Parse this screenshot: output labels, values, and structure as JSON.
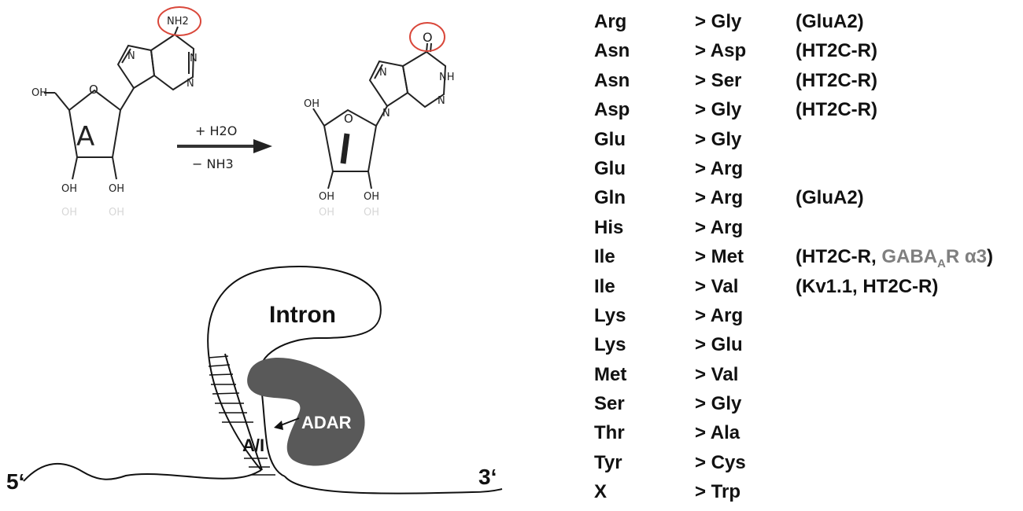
{
  "reaction": {
    "amino_group": "NH2",
    "oxo_group": "O",
    "reagent_add": "+ H2O",
    "reagent_remove": "− NH3",
    "adenosine_label": "A",
    "inosine_label": "I",
    "hydroxyl": "OH",
    "ring_n": "N",
    "ring_nh": "NH",
    "ring_o": "O"
  },
  "rna_diagram": {
    "intron_label": "Intron",
    "enzyme_label": "ADAR",
    "site_label": "A/I",
    "five_prime": "5‘",
    "three_prime": "3‘"
  },
  "substitutions": [
    {
      "from": "Arg",
      "to": "> Gly",
      "ref": "(GluA2)"
    },
    {
      "from": "Asn",
      "to": "> Asp",
      "ref": "(HT2C-R)"
    },
    {
      "from": "Asn",
      "to": "> Ser",
      "ref": "(HT2C-R)"
    },
    {
      "from": "Asp",
      "to": "> Gly",
      "ref": "(HT2C-R)"
    },
    {
      "from": "Glu",
      "to": "> Gly",
      "ref": ""
    },
    {
      "from": "Glu",
      "to": "> Arg",
      "ref": ""
    },
    {
      "from": "Gln",
      "to": "> Arg",
      "ref": "(GluA2)"
    },
    {
      "from": "His",
      "to": "> Arg",
      "ref": ""
    },
    {
      "from": "Ile",
      "to": "> Met",
      "ref": "(HT2C-R, ",
      "ref_gray": "GABA",
      "ref_gray_sub": "A",
      "ref_gray_tail": "R α3",
      "ref_close": ")"
    },
    {
      "from": "Ile",
      "to": "> Val",
      "ref": "(Kv1.1, HT2C-R)"
    },
    {
      "from": "Lys",
      "to": "> Arg",
      "ref": ""
    },
    {
      "from": "Lys",
      "to": "> Glu",
      "ref": ""
    },
    {
      "from": "Met",
      "to": "> Val",
      "ref": ""
    },
    {
      "from": "Ser",
      "to": "> Gly",
      "ref": ""
    },
    {
      "from": "Thr",
      "to": "> Ala",
      "ref": ""
    },
    {
      "from": "Tyr",
      "to": "> Cys",
      "ref": ""
    },
    {
      "from": "X",
      "to": "> Trp",
      "ref": ""
    }
  ],
  "colors": {
    "highlight_circle": "#d9473a",
    "adar_fill": "#595959",
    "gray_text": "#7f7f7f"
  }
}
